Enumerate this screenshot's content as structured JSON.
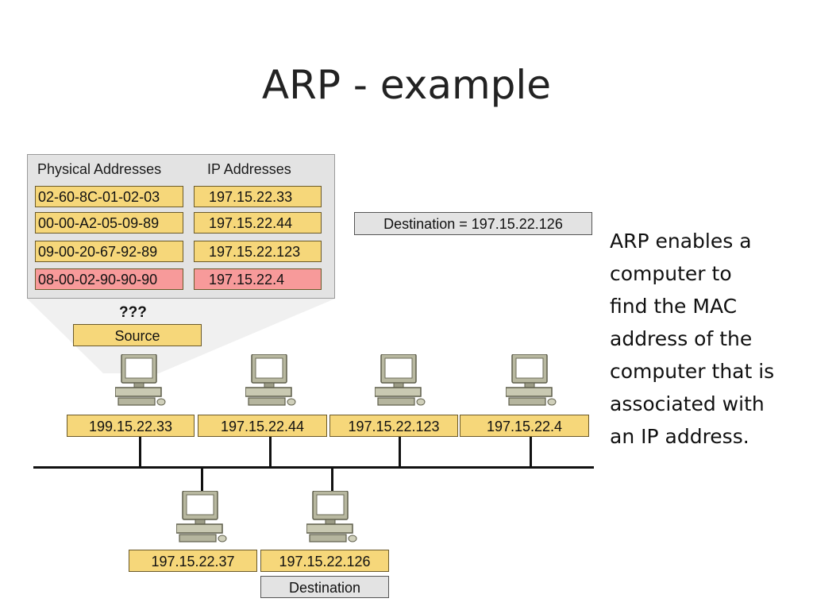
{
  "slide": {
    "title": "ARP - example"
  },
  "arp_table": {
    "headers": {
      "physical": "Physical Addresses",
      "ip": "IP Addresses"
    },
    "rows": [
      {
        "mac": "02-60-8C-01-02-03",
        "ip": "197.15.22.33",
        "color": "#f6d77a"
      },
      {
        "mac": "00-00-A2-05-09-89",
        "ip": "197.15.22.44",
        "color": "#f6d77a"
      },
      {
        "mac": "09-00-20-67-92-89",
        "ip": "197.15.22.123",
        "color": "#f6d77a"
      },
      {
        "mac": "08-00-02-90-90-90",
        "ip": "197.15.22.4",
        "color": "#f79a9a"
      }
    ]
  },
  "destination_request": "Destination = 197.15.22.126",
  "source": {
    "question": "???",
    "label": "Source"
  },
  "hosts_top": [
    "199.15.22.33",
    "197.15.22.44",
    "197.15.22.123",
    "197.15.22.4"
  ],
  "hosts_bottom": [
    "197.15.22.37",
    "197.15.22.126"
  ],
  "destination_label": "Destination",
  "description": {
    "lines": [
      "ARP enables a",
      "computer  to",
      "find the MAC",
      "address of the",
      "computer that is",
      "associated with",
      "an IP address."
    ]
  },
  "colors": {
    "label_fill": "#f6d77a",
    "highlight_fill": "#f79a9a",
    "panel_fill": "#e3e3e3"
  }
}
